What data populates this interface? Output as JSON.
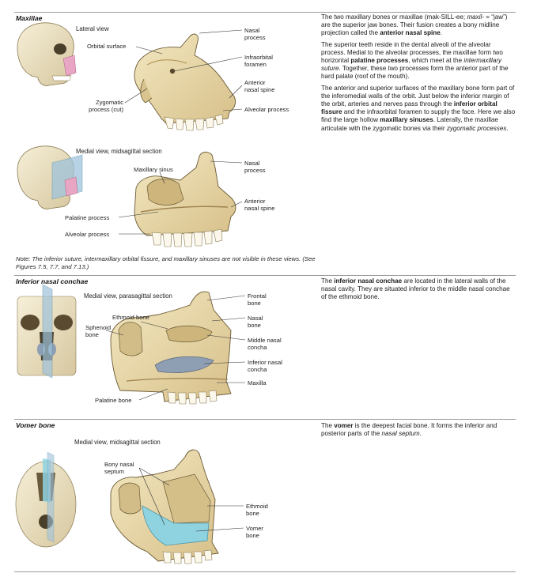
{
  "maxillae": {
    "heading": "Maxillae",
    "lateral_view": "Lateral view",
    "medial_view": "Medial view, midsagittal section",
    "lateral_labels": {
      "orbital_surface": "Orbital surface",
      "zygomatic_process": "Zygomatic\nprocess (cut)",
      "nasal_process": "Nasal\nprocess",
      "infraorbital_foramen": "Infraorbital\nforamen",
      "anterior_nasal_spine": "Anterior\nnasal spine",
      "alveolar_process": "Alveolar process"
    },
    "medial_labels": {
      "maxillary_sinus": "Maxillary sinus",
      "palatine_process": "Palatine process",
      "alveolar_process": "Alveolar process",
      "nasal_process": "Nasal\nprocess",
      "anterior_nasal_spine": "Anterior\nnasal spine"
    },
    "note": "Note: The inferior suture, intermaxillary orbital fissure, and maxillary sinuses are not visible in these views. (See Figures 7.5, 7.7, and 7.13.)",
    "p1": {
      "a": "The two maxillary bones or maxillae (mak-SILL-ee; ",
      "b": "maxil-",
      "c": " = “jaw”) are the superior jaw bones. Their fusion creates a bony midline projection called the ",
      "d": "anterior nasal spine",
      "e": "."
    },
    "p2": {
      "a": "The superior teeth reside in the dental alveoli of the alveolar process. Medial to the alveolar processes, the maxillae form two horizontal ",
      "b": "palatine processes",
      "c": ", which meet at the ",
      "d": "intermaxillary suture",
      "e": ". Together, these two processes form the anterior part of the hard palate (roof of the mouth)."
    },
    "p3": {
      "a": "The anterior and superior surfaces of the maxillary bone form part of the inferomedial walls of the orbit. Just below the inferior margin of the orbit, arteries and nerves pass through the ",
      "b": "inferior orbital fissure",
      "c": " and the infraorbital foramen to supply the face. Here we also find the large hollow ",
      "d": "maxillary sinuses",
      "e": ". Laterally, the maxillae articulate with the zygomatic bones via their ",
      "f": "zygomatic processes",
      "g": "."
    }
  },
  "conchae": {
    "heading": "Inferior nasal conchae",
    "view": "Medial view, parasagittal section",
    "labels": {
      "ethmoid_bone": "Ethmoid bone",
      "sphenoid_bone": "Sphenoid\nbone",
      "palatine_bone": "Palatine bone",
      "frontal_bone": "Frontal\nbone",
      "nasal_bone": "Nasal\nbone",
      "middle_concha": "Middle nasal\nconcha",
      "inferior_concha": "Inferior nasal\nconcha",
      "maxilla": "Maxilla"
    },
    "p1": {
      "a": "The ",
      "b": "inferior nasal conchae",
      "c": " are located in the lateral walls of the nasal cavity. They are situated inferior to the middle nasal conchae of the ethmoid bone."
    }
  },
  "vomer": {
    "heading": "Vomer bone",
    "view": "Medial view, midsagittal section",
    "labels": {
      "bony_septum": "Bony nasal\nseptum",
      "ethmoid_bone": "Ethmoid\nbone",
      "vomer_bone": "Vomer\nbone"
    },
    "p1": {
      "a": "The ",
      "b": "vomer",
      "c": " is the deepest facial bone. It forms the inferior and posterior parts of the ",
      "d": "nasal septum",
      "e": "."
    }
  },
  "colors": {
    "bone": "#eadcaa",
    "bone_shade": "#c9b27a",
    "outline": "#6b5a35",
    "highlight_pink": "#e9a6c4",
    "plane_blue": "#9fc3db",
    "concha_blue": "#8f9fb3",
    "vomer_cyan": "#8fd3e0",
    "rule": "#9a9a9a"
  }
}
